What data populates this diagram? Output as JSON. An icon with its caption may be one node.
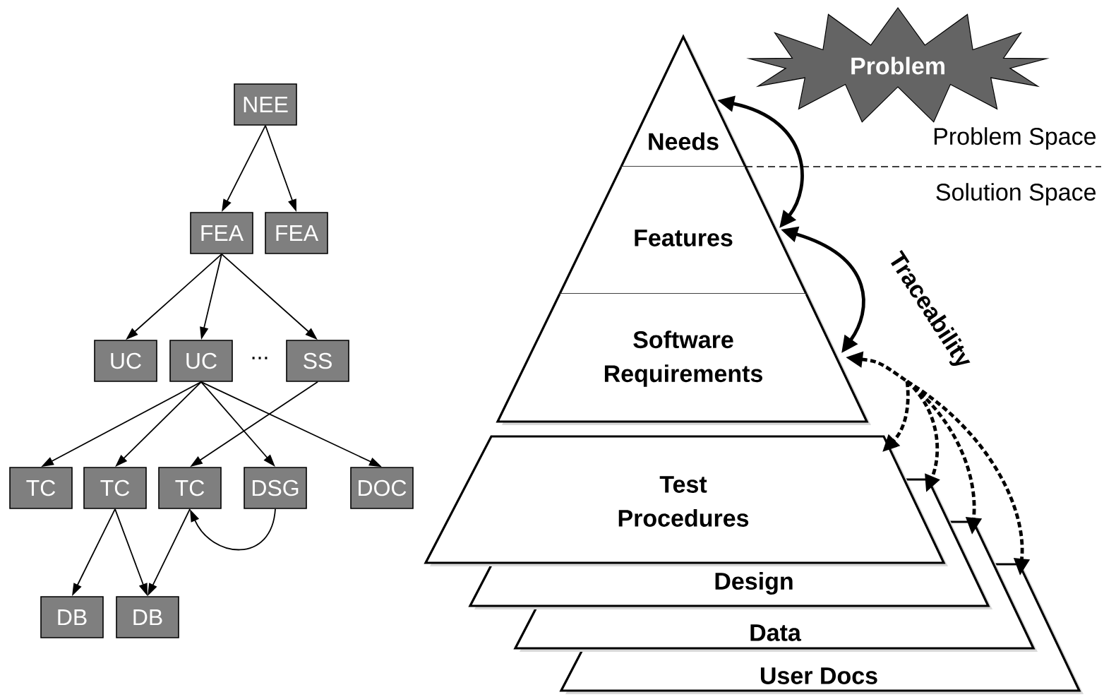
{
  "diagram": {
    "nodes": [
      {
        "text": [
          "NEE"
        ]
      },
      {
        "text": [
          "FEA"
        ]
      },
      {
        "text": [
          "FEA"
        ]
      },
      {
        "text": [
          "UC"
        ]
      },
      {
        "text": [
          "UC"
        ]
      },
      {
        "text": [
          "SS"
        ]
      },
      {
        "text": [
          "TC"
        ]
      },
      {
        "text": [
          "TC"
        ]
      },
      {
        "text": [
          "TC"
        ]
      },
      {
        "text": [
          "DSG"
        ]
      },
      {
        "text": [
          "DOC"
        ]
      },
      {
        "text": [
          "DB"
        ]
      },
      {
        "text": [
          "DB"
        ]
      },
      {
        "text": [
          "Needs"
        ]
      },
      {
        "text": [
          "Features"
        ]
      },
      {
        "text": [
          "Software Requirements"
        ]
      },
      {
        "text": [
          "Test Procedures"
        ]
      },
      {
        "text": [
          "Design"
        ]
      },
      {
        "text": [
          "Data"
        ]
      },
      {
        "text": [
          "User Docs"
        ]
      },
      {
        "text": [
          "Problem"
        ]
      }
    ],
    "edges": [
      {
        "from": 0,
        "to": 1,
        "arrow": "to"
      },
      {
        "from": 0,
        "to": 2,
        "arrow": "to"
      },
      {
        "from": 1,
        "to": 3,
        "arrow": "to"
      },
      {
        "from": 1,
        "to": 4,
        "arrow": "to"
      },
      {
        "from": 1,
        "to": 5,
        "arrow": "to"
      },
      {
        "from": 4,
        "to": 6,
        "arrow": "to"
      },
      {
        "from": 4,
        "to": 7,
        "arrow": "to"
      },
      {
        "from": 4,
        "to": 9,
        "arrow": "to"
      },
      {
        "from": 4,
        "to": 10,
        "arrow": "to"
      },
      {
        "from": 5,
        "to": 8,
        "arrow": "to"
      },
      {
        "from": 7,
        "to": 11,
        "arrow": "to"
      },
      {
        "from": 7,
        "to": 12,
        "arrow": "to"
      },
      {
        "from": 8,
        "to": 12,
        "arrow": "to"
      },
      {
        "from": 9,
        "to": 8,
        "arrow": "to"
      },
      {
        "from": 13,
        "to": 14,
        "arrow": "both",
        "style": "thick"
      },
      {
        "from": 14,
        "to": 15,
        "arrow": "both",
        "style": "thick"
      },
      {
        "from": 15,
        "to": 16,
        "arrow": "both",
        "style": "dashed"
      },
      {
        "from": 15,
        "to": 17,
        "arrow": "both",
        "style": "dashed"
      },
      {
        "from": 15,
        "to": 18,
        "arrow": "both",
        "style": "dashed"
      },
      {
        "from": 15,
        "to": 19,
        "arrow": "both",
        "style": "dashed"
      }
    ],
    "labels": [
      "...",
      "Problem Space",
      "Solution Space",
      "Traceability"
    ]
  }
}
